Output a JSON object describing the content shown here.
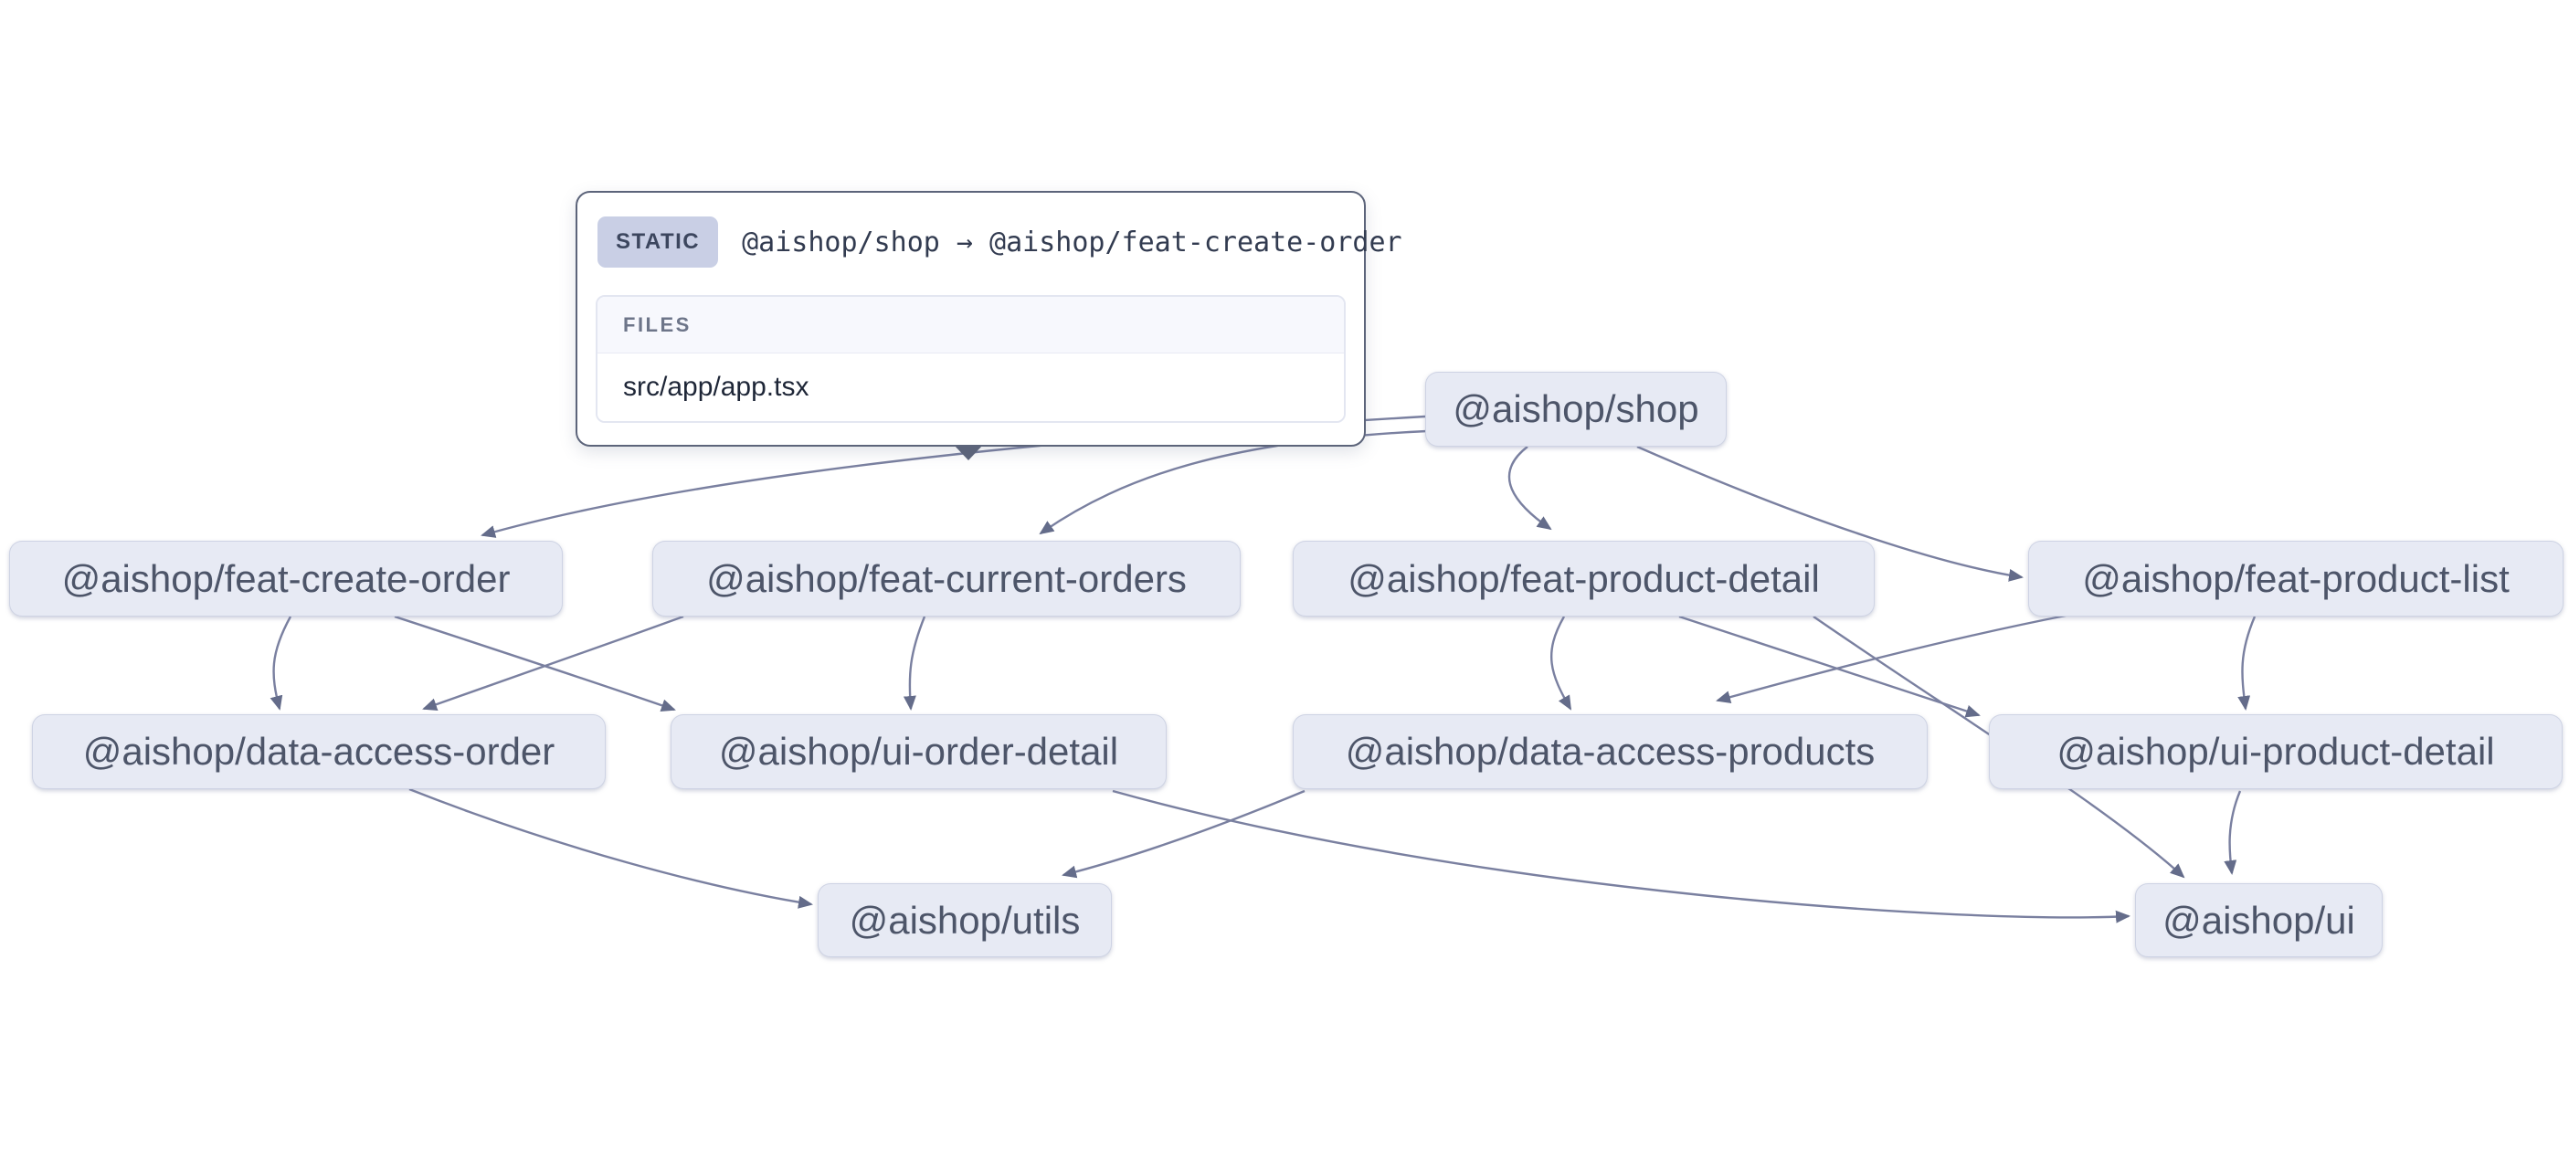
{
  "tooltip": {
    "badge": "STATIC",
    "relation": "@aishop/shop → @aishop/feat-create-order",
    "files_header": "FILES",
    "files": [
      "src/app/app.tsx"
    ]
  },
  "graph": {
    "nodes": [
      {
        "id": "shop",
        "label": "@aishop/shop"
      },
      {
        "id": "feat-create-order",
        "label": "@aishop/feat-create-order"
      },
      {
        "id": "feat-current-orders",
        "label": "@aishop/feat-current-orders"
      },
      {
        "id": "feat-product-detail",
        "label": "@aishop/feat-product-detail"
      },
      {
        "id": "feat-product-list",
        "label": "@aishop/feat-product-list"
      },
      {
        "id": "data-access-order",
        "label": "@aishop/data-access-order"
      },
      {
        "id": "ui-order-detail",
        "label": "@aishop/ui-order-detail"
      },
      {
        "id": "data-access-products",
        "label": "@aishop/data-access-products"
      },
      {
        "id": "ui-product-detail",
        "label": "@aishop/ui-product-detail"
      },
      {
        "id": "utils",
        "label": "@aishop/utils"
      },
      {
        "id": "ui",
        "label": "@aishop/ui"
      }
    ],
    "edges": [
      {
        "from": "shop",
        "to": "feat-create-order",
        "selected": true
      },
      {
        "from": "shop",
        "to": "feat-current-orders"
      },
      {
        "from": "shop",
        "to": "feat-product-detail"
      },
      {
        "from": "shop",
        "to": "feat-product-list"
      },
      {
        "from": "feat-create-order",
        "to": "data-access-order"
      },
      {
        "from": "feat-create-order",
        "to": "ui-order-detail"
      },
      {
        "from": "feat-current-orders",
        "to": "data-access-order"
      },
      {
        "from": "feat-current-orders",
        "to": "ui-order-detail"
      },
      {
        "from": "feat-product-detail",
        "to": "data-access-products"
      },
      {
        "from": "feat-product-detail",
        "to": "ui-product-detail"
      },
      {
        "from": "feat-product-detail",
        "to": "ui"
      },
      {
        "from": "feat-product-list",
        "to": "data-access-products"
      },
      {
        "from": "feat-product-list",
        "to": "ui-product-detail"
      },
      {
        "from": "data-access-order",
        "to": "utils"
      },
      {
        "from": "data-access-products",
        "to": "utils"
      },
      {
        "from": "ui-order-detail",
        "to": "ui"
      },
      {
        "from": "ui-product-detail",
        "to": "ui"
      }
    ]
  },
  "colors": {
    "background": "#ffffff",
    "node_bg": "#e7eaf4",
    "node_text": "#4d5569",
    "edge": "#7a80a0",
    "arrow": "#646c8a",
    "tooltip_border": "#5c647a",
    "badge_bg": "#c9cfe5",
    "badge_text": "#3c465e",
    "files_header_bg": "#f7f8fd",
    "files_header_text": "#6d7589",
    "file_text": "#1e2637"
  }
}
